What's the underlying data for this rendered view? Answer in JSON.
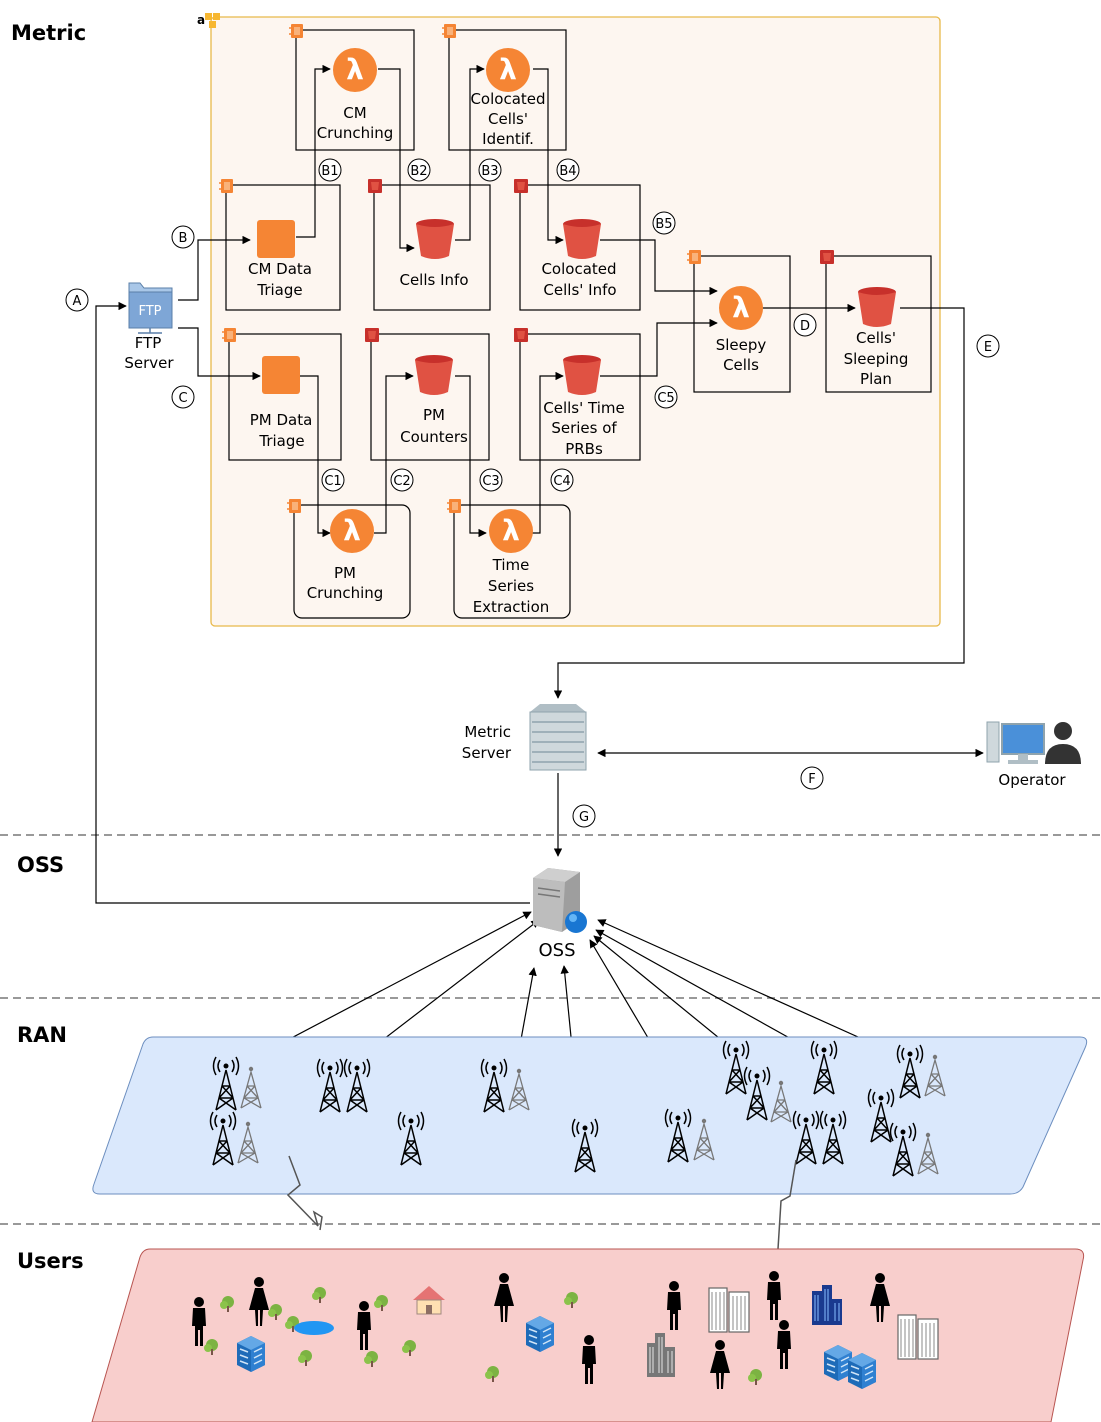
{
  "sections": {
    "metric": "Metric",
    "oss": "OSS",
    "ran": "RAN",
    "users": "Users"
  },
  "nodes": {
    "cm_crunching": [
      "CM",
      "Crunching"
    ],
    "colocated_identif": [
      "Colocated",
      "Cells'",
      "Identif."
    ],
    "cm_data_triage": [
      "CM Data",
      "Triage"
    ],
    "cells_info": [
      "Cells Info"
    ],
    "colocated_info": [
      "Colocated",
      "Cells' Info"
    ],
    "sleepy_cells": [
      "Sleepy",
      "Cells"
    ],
    "sleeping_plan": [
      "Cells'",
      "Sleeping",
      "Plan"
    ],
    "pm_data_triage": [
      "PM Data",
      "Triage"
    ],
    "pm_counters": [
      "PM",
      "Counters"
    ],
    "time_series_prbs": [
      "Cells' Time",
      "Series of",
      "PRBs"
    ],
    "pm_crunching": [
      "PM",
      "Crunching"
    ],
    "time_series_extraction": [
      "Time",
      "Series",
      "Extraction"
    ],
    "ftp_server": [
      "FTP",
      "Server"
    ],
    "ftp_icon_text": "FTP",
    "metric_server": [
      "Metric",
      "Server"
    ],
    "operator": [
      "Operator"
    ],
    "oss_server": "OSS"
  },
  "markers": {
    "A": "A",
    "B": "B",
    "C": "C",
    "D": "D",
    "E": "E",
    "F": "F",
    "G": "G",
    "B1": "B1",
    "B2": "B2",
    "B3": "B3",
    "B4": "B4",
    "B5": "B5",
    "C1": "C1",
    "C2": "C2",
    "C3": "C3",
    "C4": "C4",
    "C5": "C5"
  },
  "icons": {
    "lambda": "λ",
    "aws_logo": "a"
  },
  "colors": {
    "aws_orange": "#f58534",
    "bucket_red": "#e05243",
    "aws_border": "#e8b94a",
    "aws_fill": "#fdf6f0",
    "ran_fill": "#dae8fc",
    "ran_border": "#6c8ebf",
    "users_fill": "#f8cecc",
    "users_border": "#b85450"
  }
}
